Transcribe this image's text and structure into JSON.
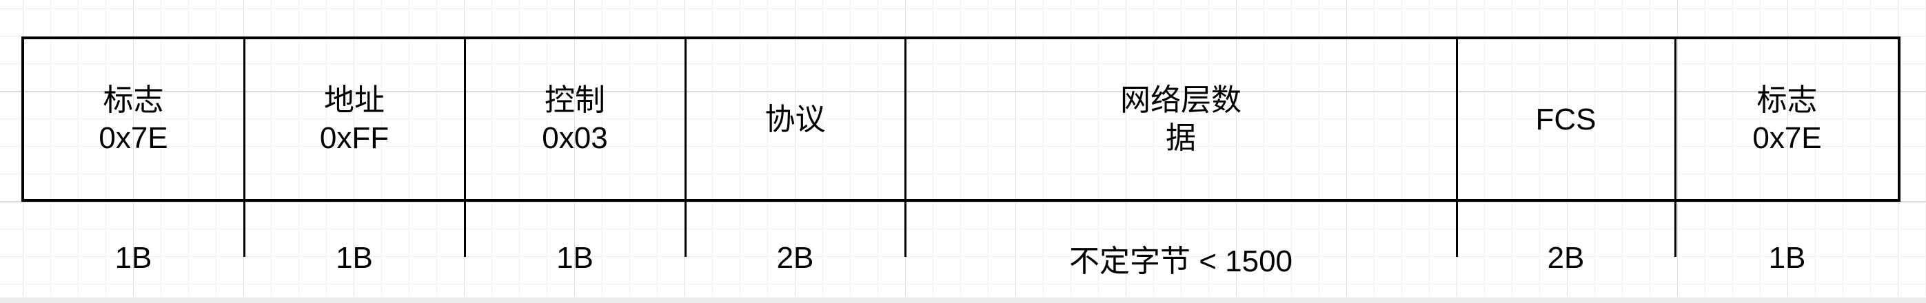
{
  "fields": [
    {
      "name": "标志",
      "value": "0x7E",
      "size": "1B"
    },
    {
      "name": "地址",
      "value": "0xFF",
      "size": "1B"
    },
    {
      "name": "控制",
      "value": "0x03",
      "size": "1B"
    },
    {
      "name": "协议",
      "value": "",
      "size": "2B"
    },
    {
      "name": "网络层数据",
      "value": "",
      "size": "不定字节 < 1500"
    },
    {
      "name": "FCS",
      "value": "",
      "size": "2B"
    },
    {
      "name": "标志",
      "value": "0x7E",
      "size": "1B"
    }
  ]
}
